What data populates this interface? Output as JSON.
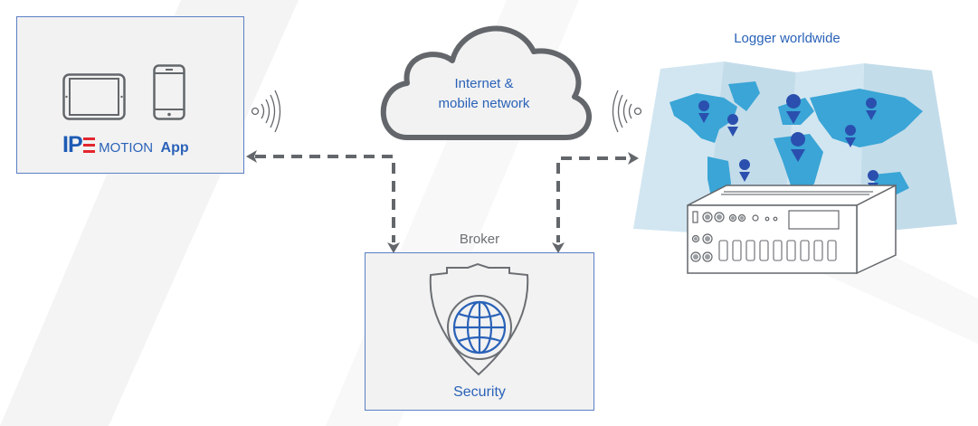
{
  "app_box": {
    "brand_ipe": "IP",
    "brand_e": "E",
    "brand_motion": "MOTION",
    "brand_app": "App",
    "devices": [
      "tablet",
      "smartphone"
    ]
  },
  "cloud": {
    "line1": "Internet &",
    "line2": "mobile network"
  },
  "logger": {
    "title": "Logger worldwide",
    "pins": 9
  },
  "broker": {
    "label": "Broker",
    "box_label": "Security"
  },
  "colors": {
    "accent_blue": "#2a62b8",
    "brand_red": "#e3262d",
    "line_grey": "#63676b",
    "box_bg": "#f2f2f2",
    "box_border": "#5b7fc4",
    "map_light": "#c9e1ee",
    "map_land": "#3aa5d6",
    "pin": "#2a4fae"
  },
  "icons": {
    "wifi_left": "wireless-signal-icon",
    "wifi_right": "wireless-signal-icon",
    "shield": "shield-icon",
    "globe": "globe-icon"
  }
}
